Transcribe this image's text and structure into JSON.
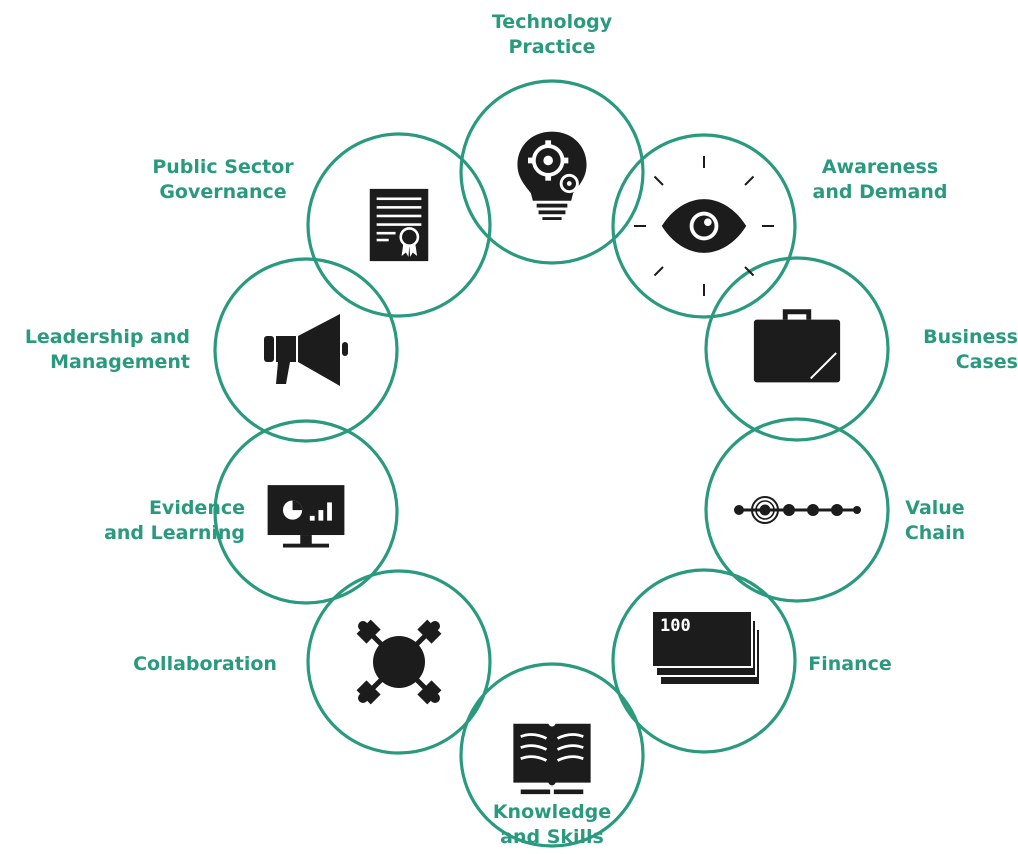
{
  "colors": {
    "accent": "#2a9a7f",
    "icon": "#1c1c1c",
    "background": "#ffffff"
  },
  "nodes": [
    {
      "id": "technology-practice",
      "lines": [
        "Technology",
        "Practice"
      ],
      "icon": "lightbulb-gears-icon"
    },
    {
      "id": "awareness-and-demand",
      "lines": [
        "Awareness",
        "and Demand"
      ],
      "icon": "eye-icon"
    },
    {
      "id": "business-cases",
      "lines": [
        "Business",
        "Cases"
      ],
      "icon": "briefcase-icon"
    },
    {
      "id": "value-chain",
      "lines": [
        "Value",
        "Chain"
      ],
      "icon": "chain-nodes-icon"
    },
    {
      "id": "finance",
      "lines": [
        "Finance"
      ],
      "icon": "banknotes-icon",
      "icon_text": "100"
    },
    {
      "id": "knowledge-and-skills",
      "lines": [
        "Knowledge",
        "and Skills"
      ],
      "icon": "open-book-icon"
    },
    {
      "id": "collaboration",
      "lines": [
        "Collaboration"
      ],
      "icon": "round-table-icon"
    },
    {
      "id": "evidence-and-learning",
      "lines": [
        "Evidence",
        "and Learning"
      ],
      "icon": "monitor-chart-icon"
    },
    {
      "id": "leadership-and-management",
      "lines": [
        "Leadership and",
        "Management"
      ],
      "icon": "megaphone-icon"
    },
    {
      "id": "public-sector-governance",
      "lines": [
        "Public Sector",
        "Governance"
      ],
      "icon": "certificate-icon"
    }
  ]
}
